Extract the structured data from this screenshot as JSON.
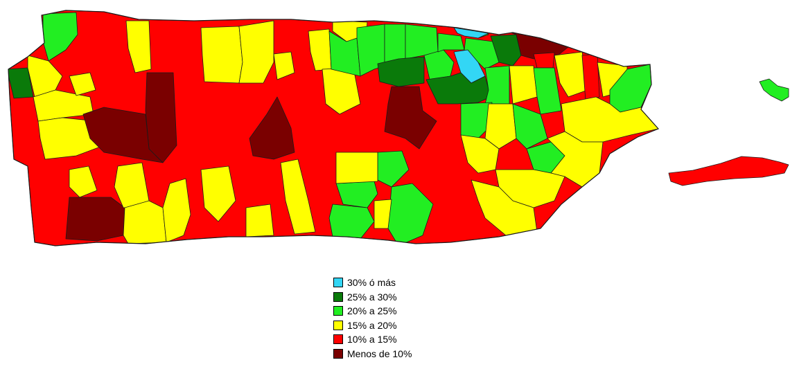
{
  "legend": {
    "items": [
      {
        "label": "30% ó más",
        "color": "#33d6f5"
      },
      {
        "label": "25% a 30%",
        "color": "#0a7a0a"
      },
      {
        "label": "20% a 25%",
        "color": "#22ee22"
      },
      {
        "label": "15% a 20%",
        "color": "#ffff00"
      },
      {
        "label": "10% a 15%",
        "color": "#ff0000"
      },
      {
        "label": "Menos de 10%",
        "color": "#7a0000"
      }
    ]
  }
}
